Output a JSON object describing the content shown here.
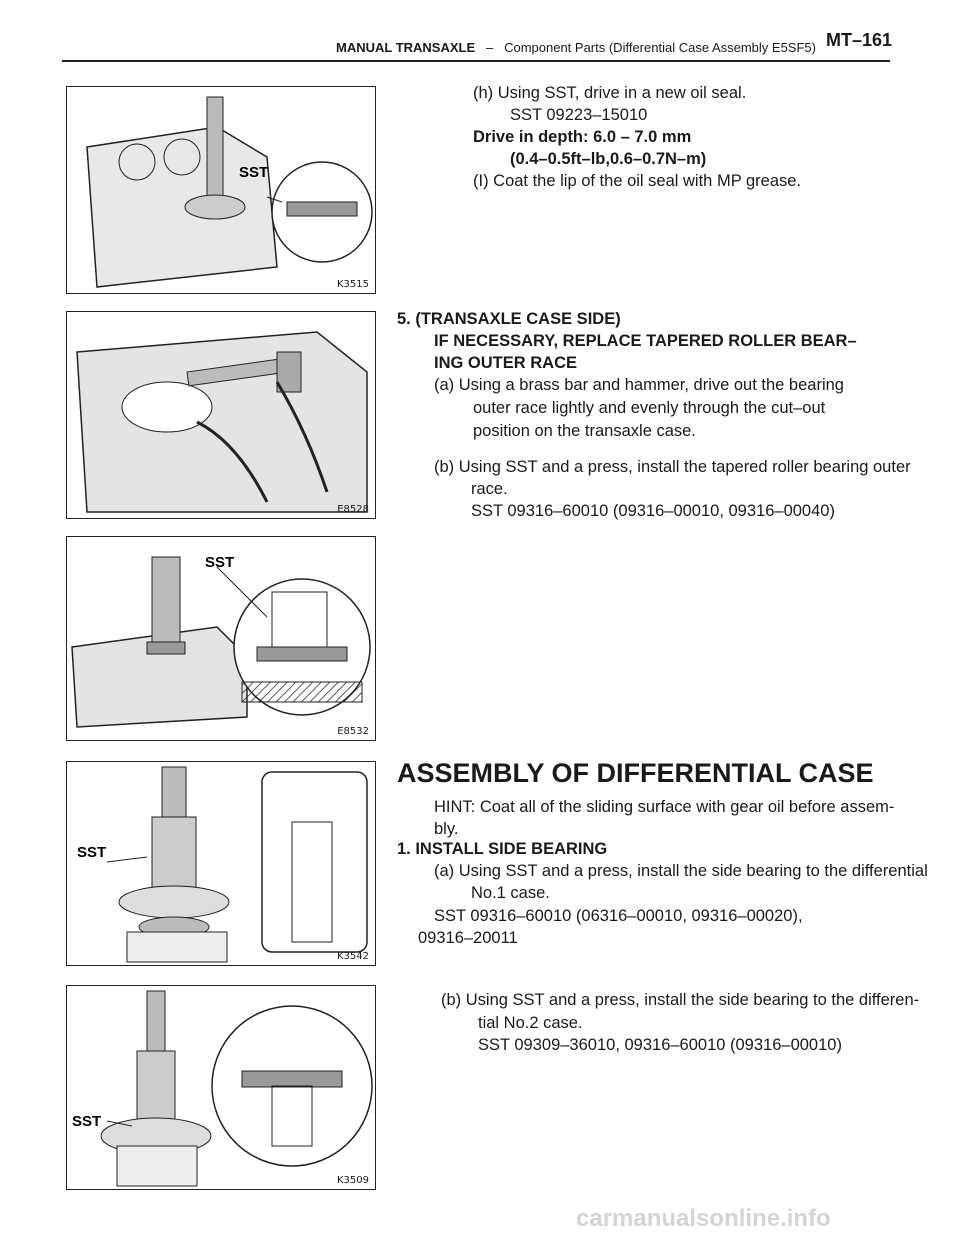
{
  "header": {
    "section": "MANUAL TRANSAXLE",
    "separator": "–",
    "subtitle": "Component Parts (Differential Case Assembly E5SF5)",
    "page": "MT–161"
  },
  "figures": [
    {
      "code": "K3515",
      "label": "SST"
    },
    {
      "code": "E8528",
      "label": ""
    },
    {
      "code": "E8532",
      "label": "SST"
    },
    {
      "code": "K3542",
      "label": "SST"
    },
    {
      "code": "K3509",
      "label": "SST"
    }
  ],
  "block1": {
    "h": "(h) Using SST, drive in a new oil seal.",
    "h_sst": "SST  09223–15010",
    "depth": "Drive in depth: 6.0 – 7.0 mm",
    "depth2": "(0.4–0.5ft–lb,0.6–0.7N–m)",
    "i": "(I) Coat the lip of the oil seal with MP grease."
  },
  "block2": {
    "title1": "5. (TRANSAXLE CASE SIDE)",
    "title2": "IF NECESSARY, REPLACE TAPERED ROLLER BEAR–",
    "title3": "ING OUTER RACE",
    "a1": "(a) Using a brass bar and hammer, drive out the bearing",
    "a2": "outer race lightly and evenly through the cut–out",
    "a3": "position on the transaxle case.",
    "b1": "(b) Using SST and a press, install the tapered roller bearing outer",
    "b2": "race.",
    "b3": "SST  09316–60010  (09316–00010,  09316–00040)"
  },
  "block3": {
    "heading": "ASSEMBLY OF DIFFERENTIAL CASE",
    "hint1": "HINT: Coat all of the sliding surface with gear oil before assem-",
    "hint2": "bly.",
    "step1": "1. INSTALL SIDE BEARING",
    "a1": "(a) Using SST and a press, install the side bearing to the differential",
    "a2": "No.1 case.",
    "a3": "SST  09316–60010  (06316–00010,  09316–00020),",
    "a4": "09316–20011",
    "b1": "(b) Using SST and a press, install the side bearing to the differen-",
    "b2": "tial No.2 case.",
    "b3": "SST  09309–36010,  09316–60010  (09316–00010)"
  },
  "watermark": "carmanualsonline.info"
}
